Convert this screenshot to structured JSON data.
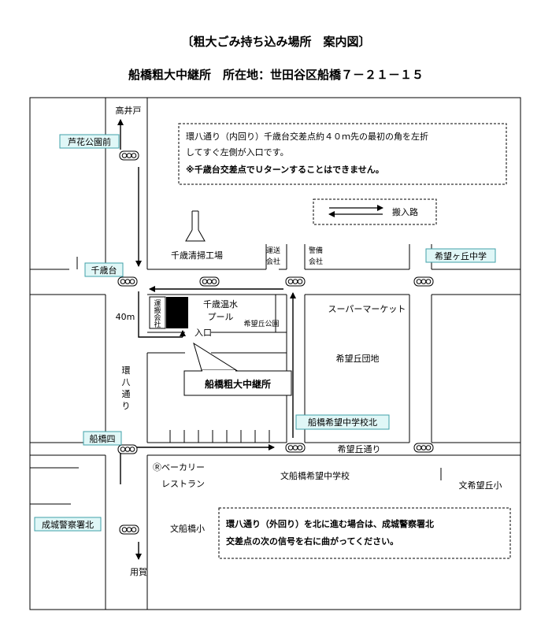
{
  "header": {
    "title": "〔粗大ごみ持ち込み場所　案内図〕",
    "subtitle": "船橋粗大中継所　所在地：世田谷区船橋７－２１－１５"
  },
  "notice_top": {
    "line1": "環八通り（内回り）千歳台交差点約４０ｍ先の最初の角を左折",
    "line2": "してすぐ左側が入口です。",
    "line3": "※千歳台交差点でＵターンすることはできません。"
  },
  "legend": {
    "label": "搬入路"
  },
  "intersections": {
    "roka": "芦花公園前",
    "chitosedai": "千歳台",
    "nozomigaoka_jh": "希望ヶ丘中学",
    "funabashi_nozomi_jh_kita": "船橋希望中学校北",
    "funabashi4": "船橋四",
    "seijo_police": "成城警察署北"
  },
  "places": {
    "takaido": "高井戸",
    "youga": "用賀",
    "cleaning_plant": "千歳清掃工場",
    "transport_co": [
      "運送",
      "会社"
    ],
    "security_co": [
      "警備",
      "会社"
    ],
    "transport_co_vertical": [
      "運",
      "搬",
      "会",
      "社"
    ],
    "pool": [
      "千歳温水",
      "プール"
    ],
    "park": "希望丘公園",
    "supermarket": "スーパーマーケット",
    "danchi": "希望丘団地",
    "entrance": "入口",
    "distance": "40m",
    "kanpachi_vertical": [
      "環",
      "八",
      "通",
      "り"
    ],
    "nozomigaoka_dori": "希望丘通り",
    "bakery": [
      "Ⓡベーカリー",
      "レストラン"
    ],
    "funabashi_nozomi_jhs": "文船橋希望中学校",
    "nozomigaoka_es": "文希望丘小",
    "funabashi_es": "文船橋小"
  },
  "facility_callout": "船橋粗大中継所",
  "notice_bottom": {
    "line1": "環八通り（外回り）を北に進む場合は、成城警察署北",
    "line2": "交差点の次の信号を右に曲がってください。"
  },
  "colors": {
    "label_fill": "#e0f7f7",
    "label_border": "#40a0a8",
    "line": "#000000"
  }
}
